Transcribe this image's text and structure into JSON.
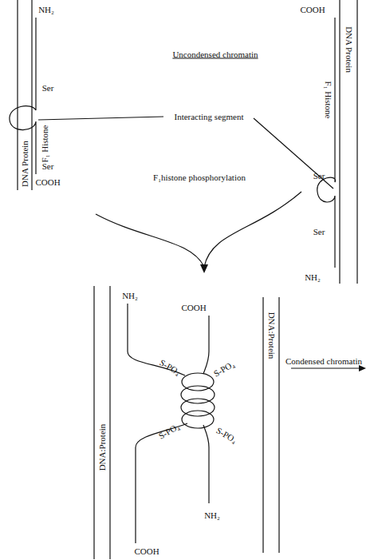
{
  "diagram": {
    "labels": [
      "NH₂",
      "Uncondensed chromatin",
      "COOH",
      "Ser",
      "Interacting segment",
      "Ser",
      "DNA Protein",
      "F₁ Histone",
      "DNA Protein",
      "F₁ Histone",
      "Ser",
      "Ser",
      "COOH",
      "F₁histone phosphorylation",
      "NH₂",
      "COOH",
      "NH₂",
      "DNA:Protein",
      "DNA:Protein",
      "S-PO₄",
      "S-PO₄",
      "Condensed chromatin",
      "S-PO₄",
      "S-PO₄",
      "NH₂",
      "COOH"
    ]
  }
}
